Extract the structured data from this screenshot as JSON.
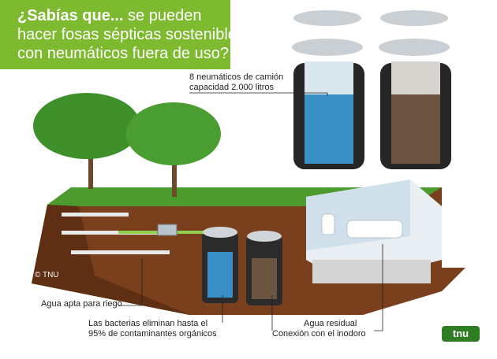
{
  "headline": {
    "line1_bold": "¿Sabías que...",
    "line1_rest": " se pueden",
    "line2": "hacer fosas sépticas sostenibles",
    "line3": "con neumáticos fuera de uso?"
  },
  "labels": {
    "tires_line1": "8 neumáticos de camión",
    "tires_line2": "capacidad 2.000 litros",
    "irrigation": "Agua apta para riego",
    "bacteria_line1": "Las bacterias eliminan hasta el",
    "bacteria_line2": "95% de contaminantes orgánicos",
    "wastewater_line1": "Agua residual",
    "wastewater_line2": "Conexión con el inodoro",
    "copyright": "© TNU"
  },
  "logo": {
    "text": "tnu"
  }
}
